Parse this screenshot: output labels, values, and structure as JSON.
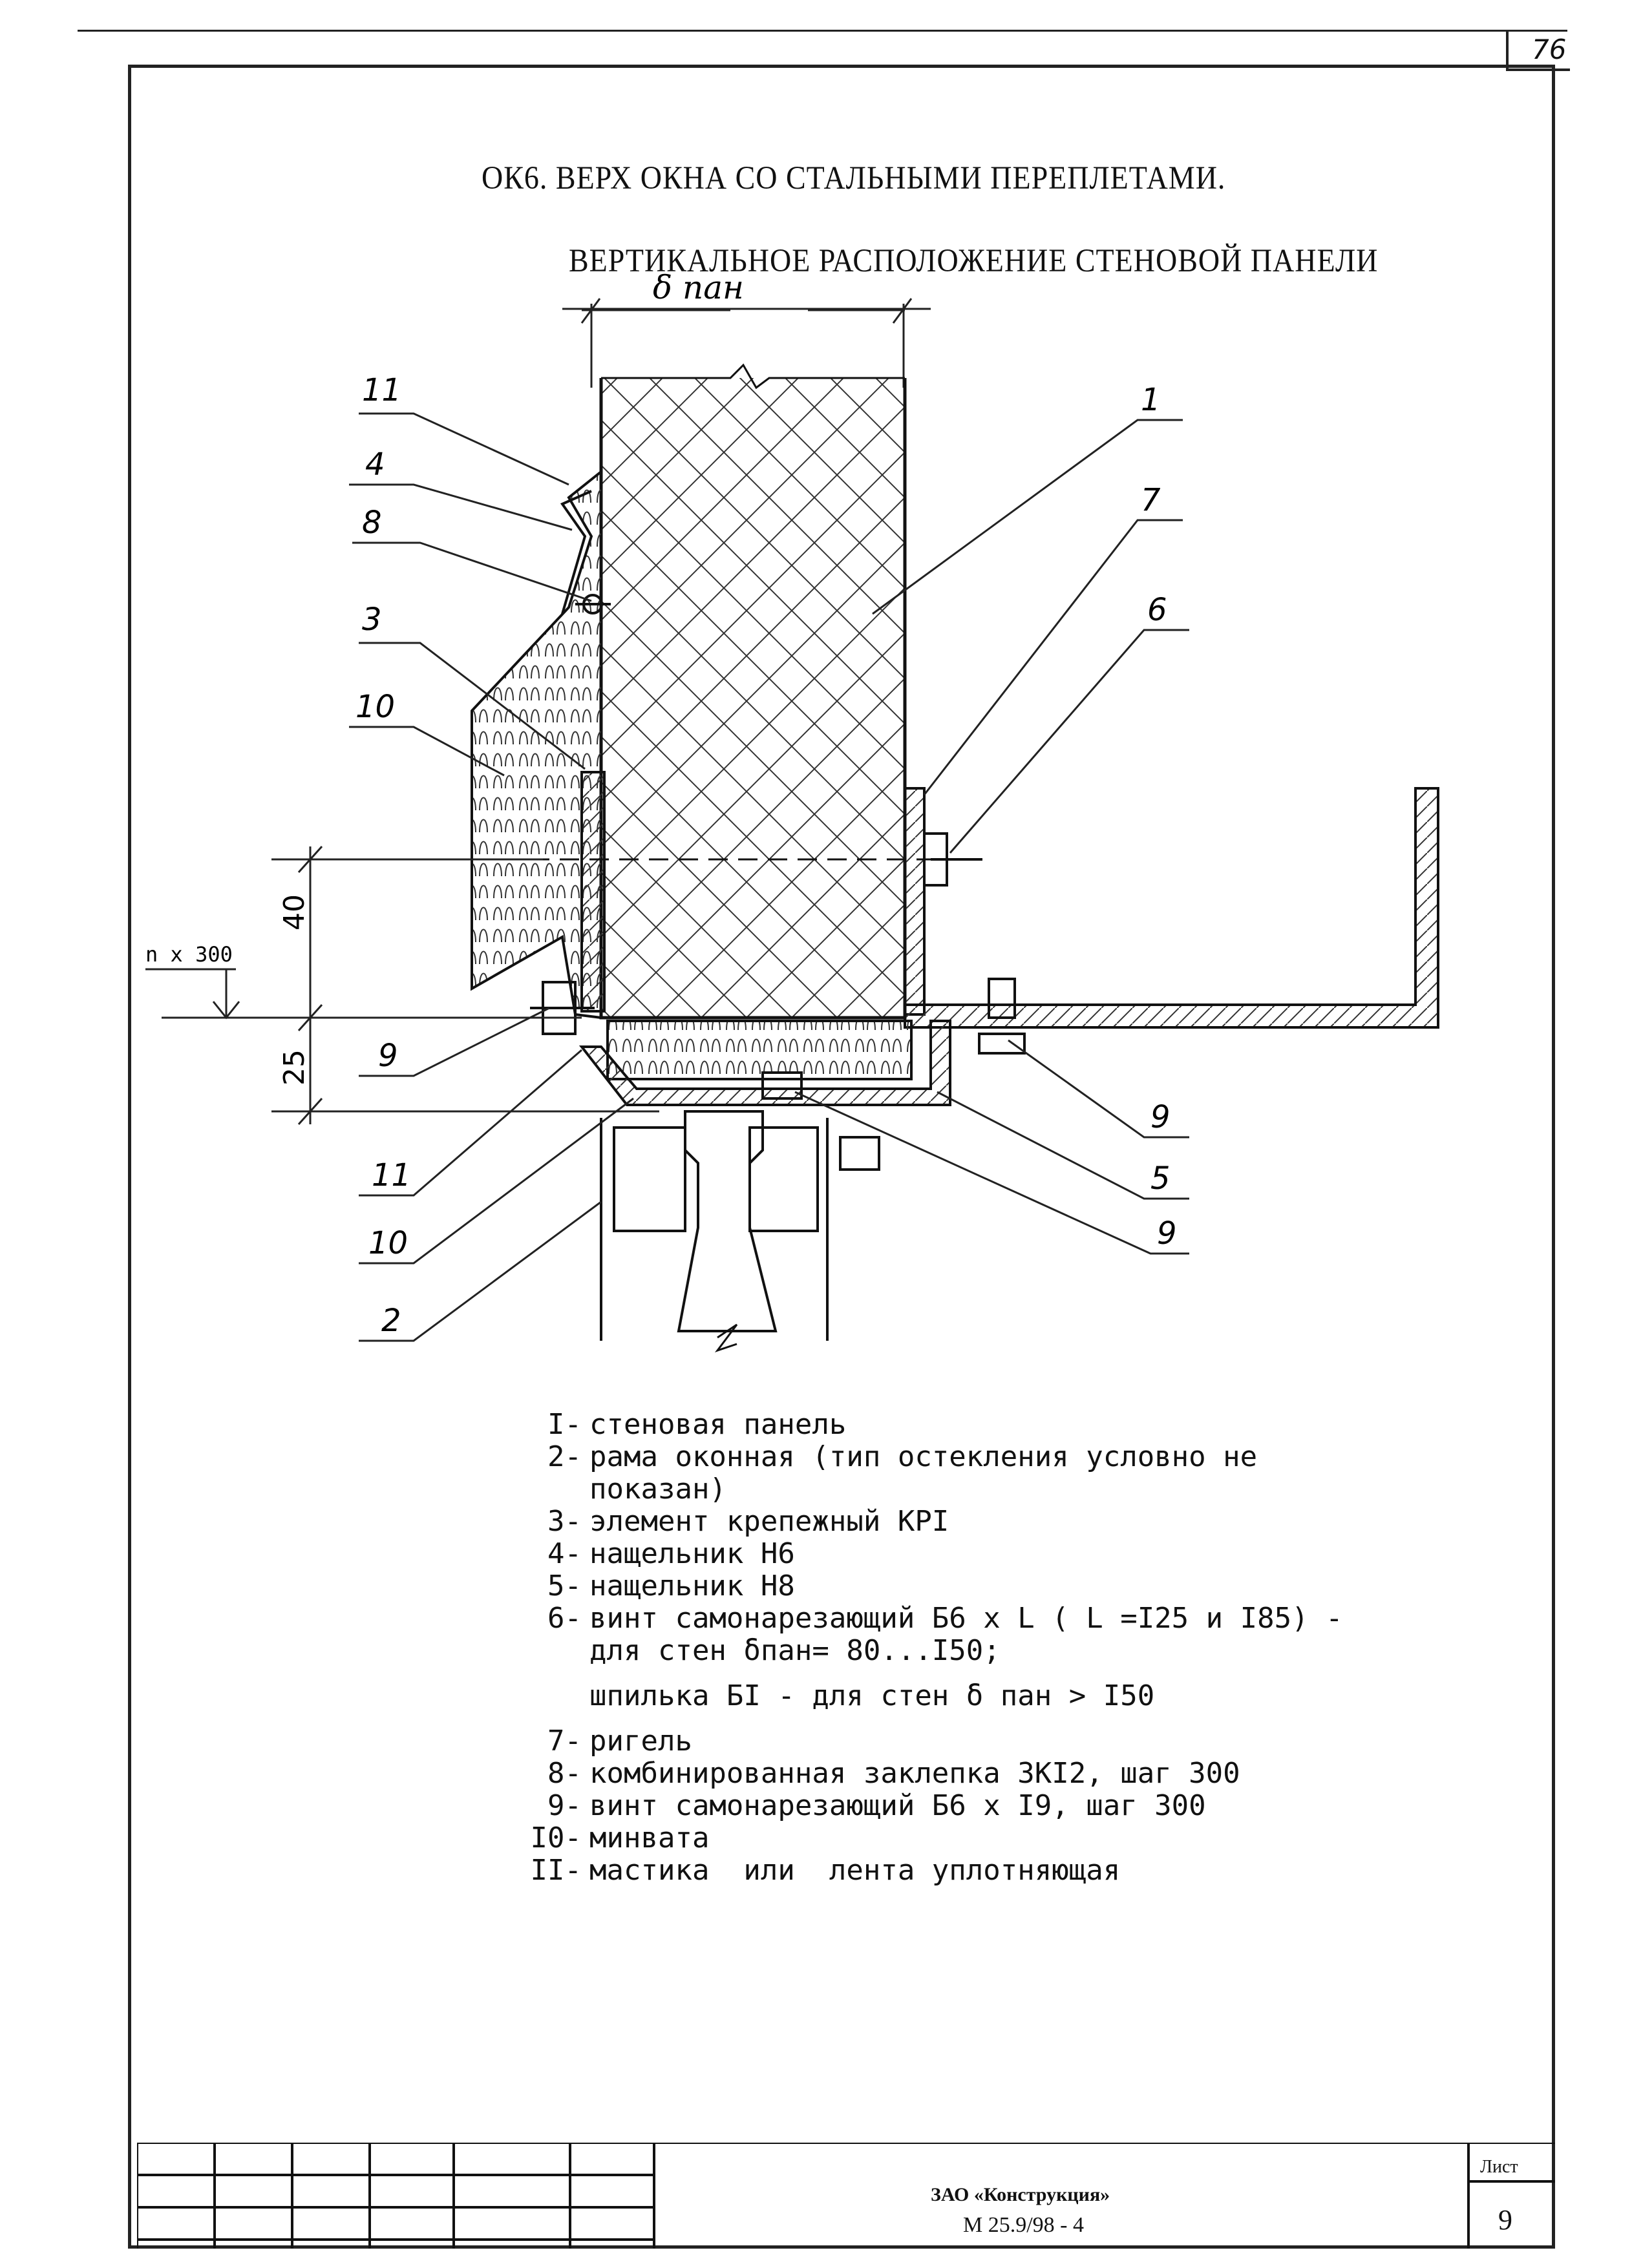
{
  "page_number": "76",
  "title": {
    "line1": "ОК6. ВЕРХ ОКНА СО СТАЛЬНЫМИ ПЕРЕПЛЕТАМИ.",
    "line2": "ВЕРТИКАЛЬНОЕ РАСПОЛОЖЕНИЕ СТЕНОВОЙ ПАНЕЛИ"
  },
  "drawing": {
    "thickness_label": "δ пан",
    "dimension_40": "40",
    "dimension_25": "25",
    "level_mark": "n x 300",
    "callouts": [
      "11",
      "4",
      "8",
      "3",
      "10",
      "9",
      "11",
      "10",
      "2",
      "1",
      "7",
      "6",
      "9",
      "5",
      "9"
    ]
  },
  "legend": [
    {
      "num": "I-",
      "lines": [
        "стеновая панель"
      ]
    },
    {
      "num": "2-",
      "lines": [
        "рама оконная (тип остекления условно не",
        "показан)"
      ]
    },
    {
      "num": "3-",
      "lines": [
        "элемент крепежный КРI"
      ]
    },
    {
      "num": "4-",
      "lines": [
        "нащельник Н6"
      ]
    },
    {
      "num": "5-",
      "lines": [
        "нащельник Н8"
      ]
    },
    {
      "num": "6-",
      "lines": [
        "винт самонарезающий Б6 x L ( L =I25 и I85) -",
        "для стен δпан= 80...I50;",
        "шпилька БI - для стен δ пан > I50"
      ]
    },
    {
      "num": "7-",
      "lines": [
        "ригель"
      ]
    },
    {
      "num": "8-",
      "lines": [
        "комбинированная заклепка ЗКI2, шаг 300"
      ]
    },
    {
      "num": "9-",
      "lines": [
        "винт самонарезающий Б6 x I9, шаг 300"
      ]
    },
    {
      "num": "I0-",
      "lines": [
        "минвата"
      ]
    },
    {
      "num": "II-",
      "lines": [
        "мастика  или  лента уплотняющая"
      ]
    }
  ],
  "title_block": {
    "organization": "ЗАО «Конструкция»",
    "code": "М 25.9/98 - 4",
    "sheet_label": "Лист",
    "sheet_number": "9"
  }
}
